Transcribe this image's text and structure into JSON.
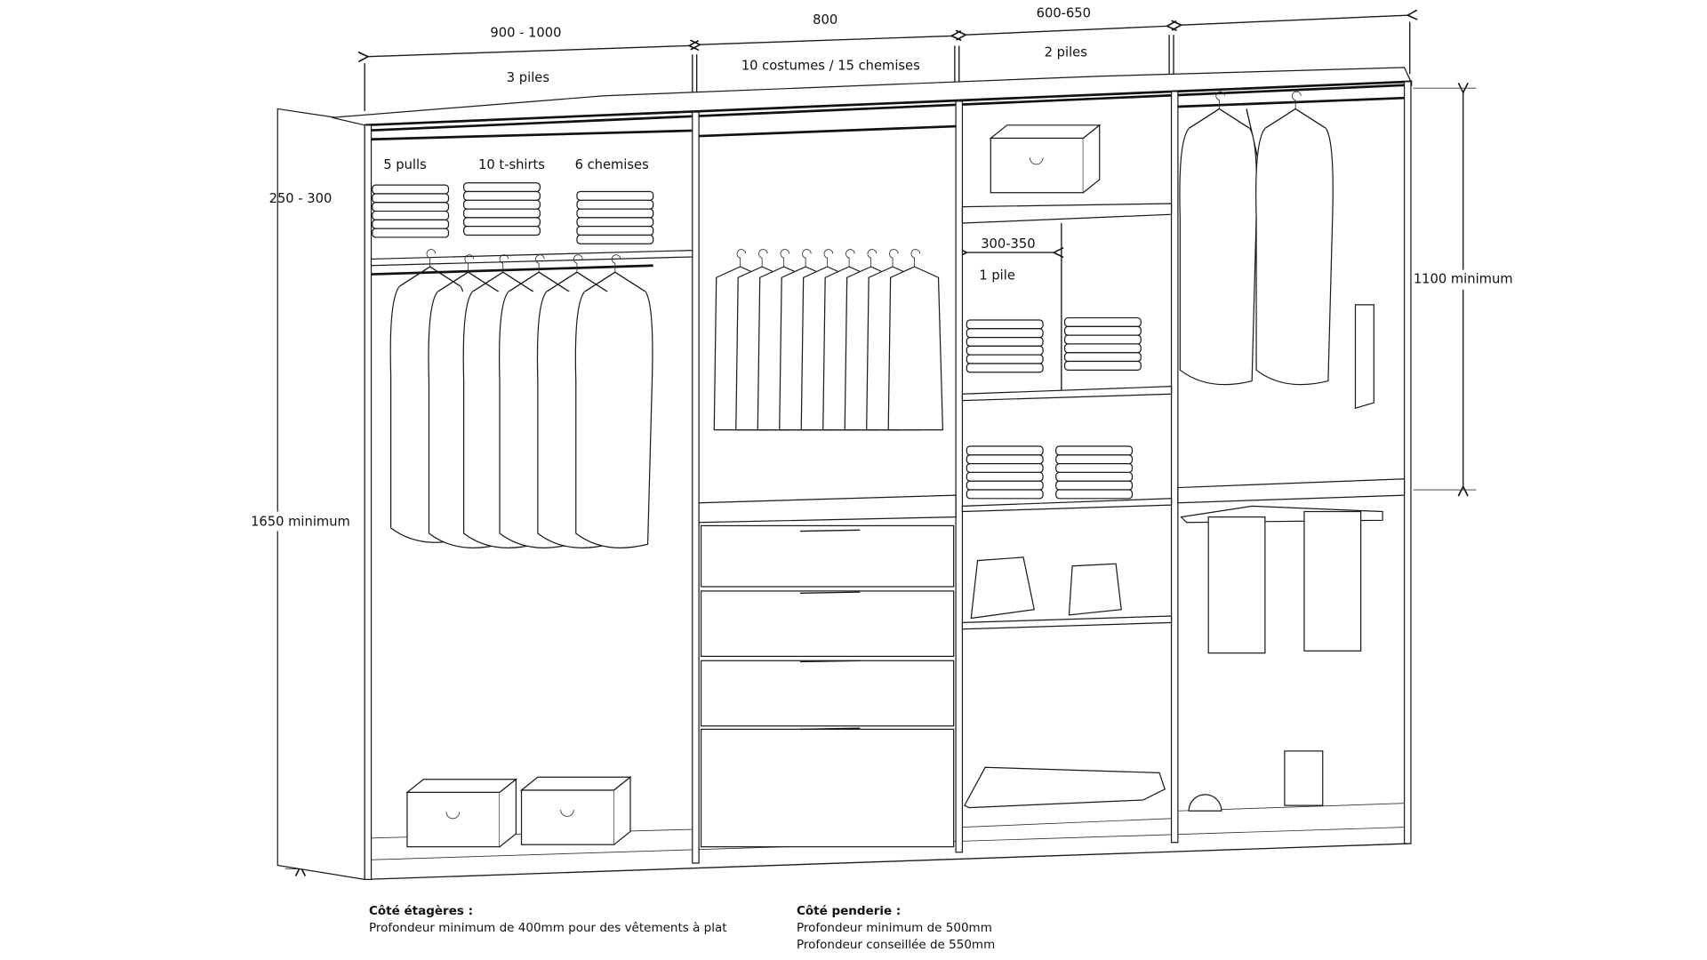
{
  "dimensions": {
    "width_col1": "900 - 1000",
    "width_col2": "800",
    "width_col3": "600-650",
    "height_top": "250 - 300",
    "height_hanging": "1650 minimum",
    "height_right": "1100 minimum",
    "inner_shelf_width": "300-350"
  },
  "labels": {
    "col1_piles": "3 piles",
    "col2_capacity": "10 costumes / 15 chemises",
    "col3_piles": "2 piles",
    "pulls": "5 pulls",
    "tshirts": "10 t-shirts",
    "chemises": "6 chemises",
    "one_pile": "1 pile"
  },
  "notes": {
    "shelves_title": "Côté étagères :",
    "shelves_line1": "Profondeur minimum de 400mm pour des vêtements à plat",
    "hanging_title": "Côté penderie :",
    "hanging_line1": "Profondeur minimum de 500mm",
    "hanging_line2": "Profondeur conseillée de 550mm"
  }
}
